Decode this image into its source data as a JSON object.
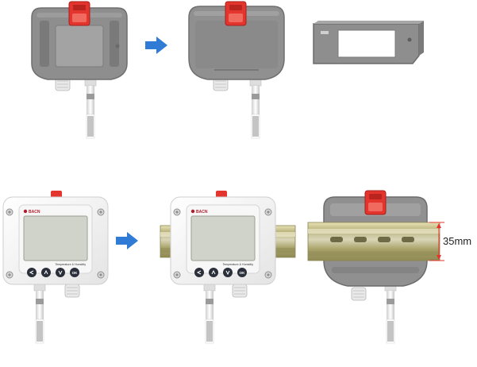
{
  "brand_text": "BACN",
  "device_caption": "Temperature & Humidity",
  "button_labels": [
    "",
    "",
    "",
    "OK"
  ],
  "rail_height_label": "35mm",
  "colors": {
    "bracket_gray": "#8c8c8c",
    "bracket_dark": "#6e6e6e",
    "clip_red": "#e3352e",
    "arrow_blue": "#2f7bd6",
    "housing_white": "#f4f4f4",
    "screen": "#cfd3c9",
    "rail_metal": "#b9b27c",
    "dimension_red": "#e5332a"
  },
  "icons": [
    "arrow-right-icon",
    "left-arrow-button-icon",
    "up-arrow-button-icon",
    "down-arrow-button-icon",
    "ok-button-icon"
  ]
}
